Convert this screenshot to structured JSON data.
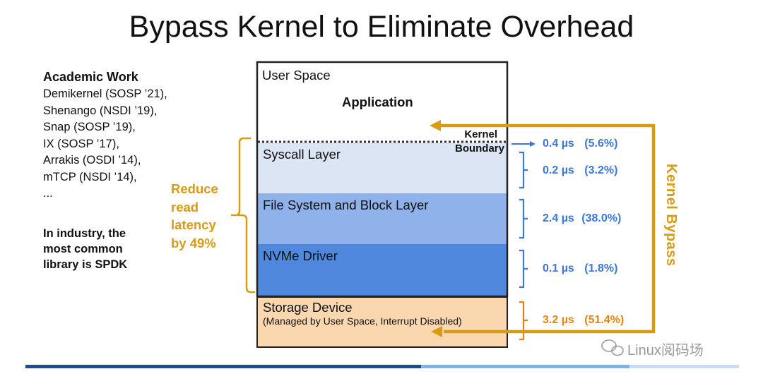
{
  "title": "Bypass Kernel to Eliminate Overhead",
  "academic": {
    "heading": "Academic Work",
    "items": [
      "Demikernel (SOSP ’21),",
      "Shenango (NSDI ’19),",
      "Snap (SOSP ’19),",
      "IX (SOSP ’17),",
      "Arrakis (OSDI ’14),",
      "mTCP (NSDI ’14),",
      "..."
    ]
  },
  "industry": [
    "In industry, the",
    "most common",
    "library is SPDK"
  ],
  "reduce": [
    "Reduce",
    "read",
    "latency",
    "by 49%"
  ],
  "stack": {
    "user_space": "User Space",
    "application": "Application",
    "kernel_boundary": [
      "Kernel",
      "Boundary"
    ],
    "layers": [
      {
        "label": "Syscall Layer",
        "color": "#dbe5f3"
      },
      {
        "label": "File System and Block Layer",
        "color": "#8fb2ea"
      },
      {
        "label": "NVMe Driver",
        "color": "#4f88dd"
      }
    ],
    "storage": {
      "label": "Storage Device",
      "sublabel": "(Managed by User Space, Interrupt Disabled)",
      "color": "#fad7ae"
    }
  },
  "timings": [
    {
      "value": "0.4 µs",
      "pct": "(5.6%)",
      "color": "#3b78d8"
    },
    {
      "value": "0.2 µs",
      "pct": "(3.2%)",
      "color": "#3b78d8"
    },
    {
      "value": "2.4 µs",
      "pct": "(38.0%)",
      "color": "#3b78d8"
    },
    {
      "value": "0.1 µs",
      "pct": "(1.8%)",
      "color": "#3b78d8"
    },
    {
      "value": "3.2 µs",
      "pct": "(51.4%)",
      "color": "#e8820e"
    }
  ],
  "kernel_bypass": "Kernel Bypass",
  "colors": {
    "accent": "#d89b14",
    "blue": "#3b78d8",
    "orange": "#e8820e"
  },
  "watermark": "Linux阅码场"
}
